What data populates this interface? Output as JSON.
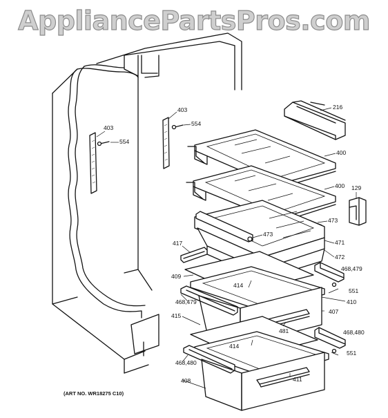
{
  "watermark": "AppliancePartsPros.com",
  "art_number": "(ART NO. WR18275 C10)",
  "callouts": [
    {
      "id": "c403a",
      "text": "403"
    },
    {
      "id": "c554a",
      "text": "554"
    },
    {
      "id": "c403b",
      "text": "403"
    },
    {
      "id": "c554b",
      "text": "554"
    },
    {
      "id": "c216",
      "text": "216"
    },
    {
      "id": "c400a",
      "text": "400"
    },
    {
      "id": "c400b",
      "text": "400"
    },
    {
      "id": "c129",
      "text": "129"
    },
    {
      "id": "c473a",
      "text": "473"
    },
    {
      "id": "c473b",
      "text": "473"
    },
    {
      "id": "c417",
      "text": "417"
    },
    {
      "id": "c471",
      "text": "471"
    },
    {
      "id": "c472",
      "text": "472"
    },
    {
      "id": "c468479a",
      "text": "468,479"
    },
    {
      "id": "c409",
      "text": "409"
    },
    {
      "id": "c414a",
      "text": "414"
    },
    {
      "id": "c551a",
      "text": "551"
    },
    {
      "id": "c468479b",
      "text": "468,479"
    },
    {
      "id": "c410",
      "text": "410"
    },
    {
      "id": "c407",
      "text": "407"
    },
    {
      "id": "c415",
      "text": "415"
    },
    {
      "id": "c481",
      "text": "481"
    },
    {
      "id": "c468480a",
      "text": "468,480"
    },
    {
      "id": "c414b",
      "text": "414"
    },
    {
      "id": "c551b",
      "text": "551"
    },
    {
      "id": "c468480b",
      "text": "468,480"
    },
    {
      "id": "c408",
      "text": "408"
    },
    {
      "id": "c411",
      "text": "411"
    }
  ]
}
